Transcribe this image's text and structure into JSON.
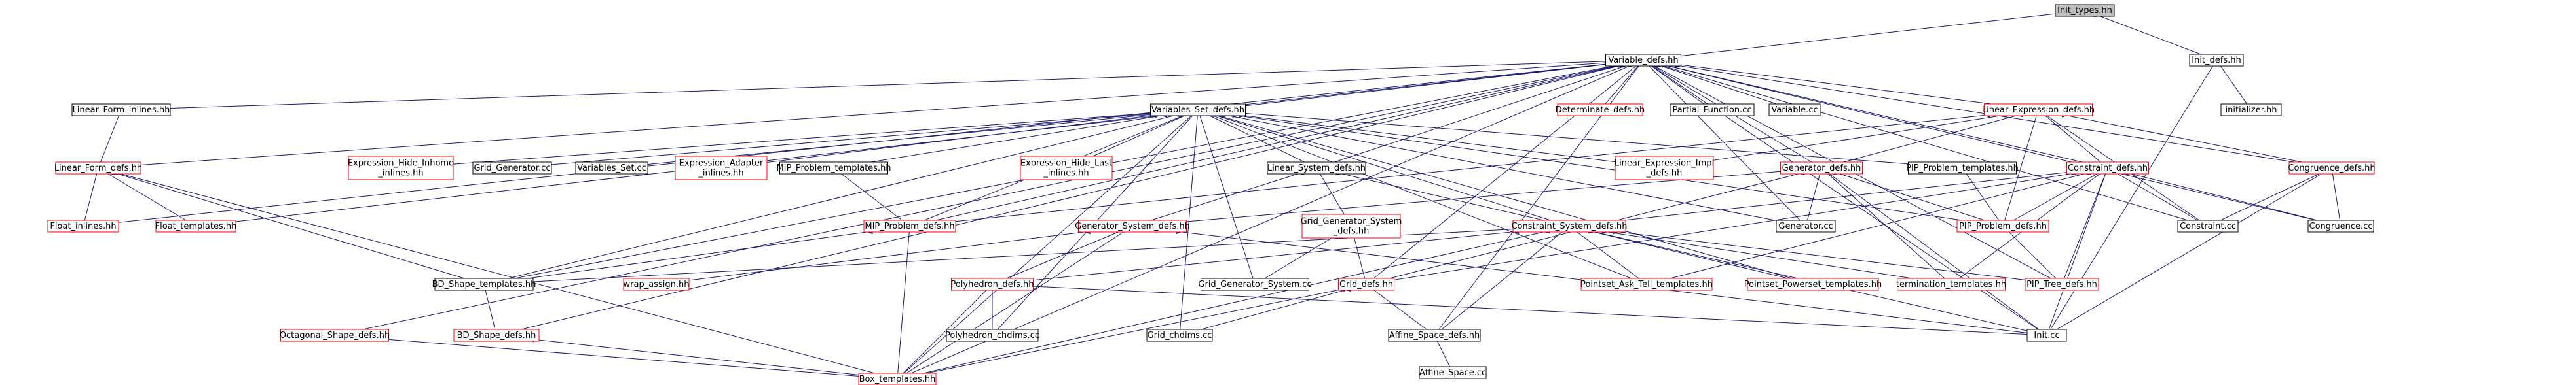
{
  "colors": {
    "edge": "#191970",
    "node_border_default": "#000000",
    "node_border_red": "#ff0000",
    "node_fill": "#ffffff",
    "node_fill_root": "#bfbfbf",
    "text": "#000000"
  },
  "nodes": [
    {
      "id": "init_types_hh",
      "label": "Init_types.hh",
      "style": "root"
    },
    {
      "id": "variable_defs_hh",
      "label": "Variable_defs.hh",
      "style": "black"
    },
    {
      "id": "init_defs_hh",
      "label": "Init_defs.hh",
      "style": "black"
    },
    {
      "id": "initializer_hh",
      "label": "initializer.hh",
      "style": "black"
    },
    {
      "id": "linear_form_inlines_hh",
      "label": "Linear_Form_inlines.hh",
      "style": "black"
    },
    {
      "id": "variables_set_defs_hh",
      "label": "Variables_Set_defs.hh",
      "style": "black"
    },
    {
      "id": "determinate_defs_hh",
      "label": "Determinate_defs.hh",
      "style": "red"
    },
    {
      "id": "partial_function_cc",
      "label": "Partial_Function.cc",
      "style": "black"
    },
    {
      "id": "variable_cc",
      "label": "Variable.cc",
      "style": "black"
    },
    {
      "id": "linear_expression_defs_hh",
      "label": "Linear_Expression_defs.hh",
      "style": "red"
    },
    {
      "id": "linear_form_defs_hh",
      "label": "Linear_Form_defs.hh",
      "style": "red"
    },
    {
      "id": "expression_hide_inhomo_inlines_hh",
      "label": "Expression_Hide_Inhomo\n_inlines.hh",
      "style": "red"
    },
    {
      "id": "grid_generator_cc",
      "label": "Grid_Generator.cc",
      "style": "black"
    },
    {
      "id": "variables_set_cc",
      "label": "Variables_Set.cc",
      "style": "black"
    },
    {
      "id": "expression_adapter_inlines_hh",
      "label": "Expression_Adapter\n_inlines.hh",
      "style": "red"
    },
    {
      "id": "mip_problem_templates_hh",
      "label": "MIP_Problem_templates.hh",
      "style": "black"
    },
    {
      "id": "expression_hide_last_inlines_hh",
      "label": "Expression_Hide_Last\n_inlines.hh",
      "style": "red"
    },
    {
      "id": "linear_system_defs_hh",
      "label": "Linear_System_defs.hh",
      "style": "black"
    },
    {
      "id": "linear_expression_impl_defs_hh",
      "label": "Linear_Expression_Impl\n_defs.hh",
      "style": "red"
    },
    {
      "id": "generator_defs_hh",
      "label": "Generator_defs.hh",
      "style": "red"
    },
    {
      "id": "pip_problem_templates_hh",
      "label": "PIP_Problem_templates.hh",
      "style": "black"
    },
    {
      "id": "constraint_defs_hh",
      "label": "Constraint_defs.hh",
      "style": "red"
    },
    {
      "id": "congruence_defs_hh",
      "label": "Congruence_defs.hh",
      "style": "red"
    },
    {
      "id": "float_inlines_hh",
      "label": "Float_inlines.hh",
      "style": "red"
    },
    {
      "id": "float_templates_hh",
      "label": "Float_templates.hh",
      "style": "red"
    },
    {
      "id": "mip_problem_defs_hh",
      "label": "MIP_Problem_defs.hh",
      "style": "red"
    },
    {
      "id": "generator_system_defs_hh",
      "label": "Generator_System_defs.hh",
      "style": "red"
    },
    {
      "id": "grid_generator_system_defs_hh",
      "label": "Grid_Generator_System\n_defs.hh",
      "style": "red"
    },
    {
      "id": "constraint_system_defs_hh",
      "label": "Constraint_System_defs.hh",
      "style": "red"
    },
    {
      "id": "generator_cc",
      "label": "Generator.cc",
      "style": "black"
    },
    {
      "id": "pip_problem_defs_hh",
      "label": "PIP_Problem_defs.hh",
      "style": "red"
    },
    {
      "id": "constraint_cc",
      "label": "Constraint.cc",
      "style": "black"
    },
    {
      "id": "congruence_cc",
      "label": "Congruence.cc",
      "style": "black"
    },
    {
      "id": "bd_shape_templates_hh",
      "label": "BD_Shape_templates.hh",
      "style": "black"
    },
    {
      "id": "wrap_assign_hh",
      "label": "wrap_assign.hh",
      "style": "red"
    },
    {
      "id": "polyhedron_defs_hh",
      "label": "Polyhedron_defs.hh",
      "style": "red"
    },
    {
      "id": "grid_generator_system_cc",
      "label": "Grid_Generator_System.cc",
      "style": "black"
    },
    {
      "id": "grid_defs_hh",
      "label": "Grid_defs.hh",
      "style": "red"
    },
    {
      "id": "pointset_ask_tell_templates_hh",
      "label": "Pointset_Ask_Tell_templates.hh",
      "style": "red"
    },
    {
      "id": "pointset_powerset_templates_hh",
      "label": "Pointset_Powerset_templates.hh",
      "style": "red"
    },
    {
      "id": "termination_templates_hh",
      "label": "termination_templates.hh",
      "style": "red"
    },
    {
      "id": "pip_tree_defs_hh",
      "label": "PIP_Tree_defs.hh",
      "style": "red"
    },
    {
      "id": "octagonal_shape_defs_hh",
      "label": "Octagonal_Shape_defs.hh",
      "style": "red"
    },
    {
      "id": "bd_shape_defs_hh",
      "label": "BD_Shape_defs.hh",
      "style": "red"
    },
    {
      "id": "polyhedron_chdims_cc",
      "label": "Polyhedron_chdims.cc",
      "style": "black"
    },
    {
      "id": "grid_chdims_cc",
      "label": "Grid_chdims.cc",
      "style": "black"
    },
    {
      "id": "affine_space_defs_hh",
      "label": "Affine_Space_defs.hh",
      "style": "black"
    },
    {
      "id": "init_cc",
      "label": "Init.cc",
      "style": "black"
    },
    {
      "id": "box_templates_hh",
      "label": "Box_templates.hh",
      "style": "red"
    },
    {
      "id": "affine_space_cc",
      "label": "Affine_Space.cc",
      "style": "black"
    }
  ],
  "edges": [
    [
      "init_types_hh",
      "variable_defs_hh"
    ],
    [
      "init_types_hh",
      "init_defs_hh"
    ],
    [
      "init_defs_hh",
      "initializer_hh"
    ],
    [
      "init_defs_hh",
      "init_cc"
    ],
    [
      "variable_defs_hh",
      "linear_form_inlines_hh"
    ],
    [
      "variable_defs_hh",
      "variables_set_defs_hh"
    ],
    [
      "variable_defs_hh",
      "determinate_defs_hh"
    ],
    [
      "variable_defs_hh",
      "partial_function_cc"
    ],
    [
      "variable_defs_hh",
      "variable_cc"
    ],
    [
      "variable_defs_hh",
      "linear_expression_defs_hh"
    ],
    [
      "variable_defs_hh",
      "linear_form_defs_hh"
    ],
    [
      "variable_defs_hh",
      "float_inlines_hh"
    ],
    [
      "variable_defs_hh",
      "float_templates_hh"
    ],
    [
      "variable_defs_hh",
      "linear_system_defs_hh"
    ],
    [
      "variable_defs_hh",
      "generator_defs_hh"
    ],
    [
      "variable_defs_hh",
      "constraint_defs_hh"
    ],
    [
      "variable_defs_hh",
      "congruence_defs_hh"
    ],
    [
      "variable_defs_hh",
      "generator_cc"
    ],
    [
      "variable_defs_hh",
      "constraint_cc"
    ],
    [
      "variable_defs_hh",
      "congruence_cc"
    ],
    [
      "variable_defs_hh",
      "bd_shape_templates_hh"
    ],
    [
      "variable_defs_hh",
      "grid_defs_hh"
    ],
    [
      "variable_defs_hh",
      "octagonal_shape_defs_hh"
    ],
    [
      "variable_defs_hh",
      "bd_shape_defs_hh"
    ],
    [
      "variable_defs_hh",
      "affine_space_defs_hh"
    ],
    [
      "variable_defs_hh",
      "init_cc"
    ],
    [
      "variable_defs_hh",
      "box_templates_hh"
    ],
    [
      "variable_defs_hh",
      "mip_problem_defs_hh"
    ],
    [
      "variable_defs_hh",
      "pip_tree_defs_hh"
    ],
    [
      "linear_form_inlines_hh",
      "linear_form_defs_hh"
    ],
    [
      "linear_form_defs_hh",
      "float_inlines_hh"
    ],
    [
      "linear_form_defs_hh",
      "float_templates_hh"
    ],
    [
      "linear_form_defs_hh",
      "bd_shape_templates_hh"
    ],
    [
      "linear_form_defs_hh",
      "box_templates_hh"
    ],
    [
      "variables_set_defs_hh",
      "expression_hide_inhomo_inlines_hh"
    ],
    [
      "variables_set_defs_hh",
      "grid_generator_cc"
    ],
    [
      "variables_set_defs_hh",
      "variables_set_cc"
    ],
    [
      "variables_set_defs_hh",
      "expression_adapter_inlines_hh"
    ],
    [
      "variables_set_defs_hh",
      "mip_problem_templates_hh"
    ],
    [
      "variables_set_defs_hh",
      "expression_hide_last_inlines_hh"
    ],
    [
      "variables_set_defs_hh",
      "linear_system_defs_hh"
    ],
    [
      "variables_set_defs_hh",
      "linear_expression_impl_defs_hh"
    ],
    [
      "variables_set_defs_hh",
      "pip_problem_templates_hh"
    ],
    [
      "variables_set_defs_hh",
      "mip_problem_defs_hh"
    ],
    [
      "variables_set_defs_hh",
      "constraint_system_defs_hh"
    ],
    [
      "variables_set_defs_hh",
      "generator_cc"
    ],
    [
      "variables_set_defs_hh",
      "pip_problem_defs_hh"
    ],
    [
      "variables_set_defs_hh",
      "bd_shape_templates_hh"
    ],
    [
      "variables_set_defs_hh",
      "grid_generator_system_cc"
    ],
    [
      "variables_set_defs_hh",
      "pointset_ask_tell_templates_hh"
    ],
    [
      "variables_set_defs_hh",
      "pointset_powerset_templates_hh"
    ],
    [
      "variables_set_defs_hh",
      "grid_chdims_cc"
    ],
    [
      "variables_set_defs_hh",
      "box_templates_hh"
    ],
    [
      "variables_set_defs_hh",
      "polyhedron_chdims_cc"
    ],
    [
      "linear_expression_defs_hh",
      "linear_expression_impl_defs_hh"
    ],
    [
      "linear_expression_defs_hh",
      "generator_defs_hh"
    ],
    [
      "linear_expression_defs_hh",
      "constraint_defs_hh"
    ],
    [
      "linear_expression_defs_hh",
      "congruence_defs_hh"
    ],
    [
      "linear_expression_defs_hh",
      "pip_problem_defs_hh"
    ],
    [
      "linear_expression_defs_hh",
      "constraint_cc"
    ],
    [
      "linear_expression_defs_hh",
      "mip_problem_defs_hh"
    ],
    [
      "mip_problem_templates_hh",
      "mip_problem_defs_hh"
    ],
    [
      "linear_system_defs_hh",
      "generator_system_defs_hh"
    ],
    [
      "linear_system_defs_hh",
      "grid_generator_system_defs_hh"
    ],
    [
      "linear_system_defs_hh",
      "constraint_system_defs_hh"
    ],
    [
      "generator_defs_hh",
      "generator_system_defs_hh"
    ],
    [
      "generator_defs_hh",
      "generator_cc"
    ],
    [
      "generator_defs_hh",
      "pip_problem_defs_hh"
    ],
    [
      "generator_defs_hh",
      "termination_templates_hh"
    ],
    [
      "generator_defs_hh",
      "grid_defs_hh"
    ],
    [
      "generator_defs_hh",
      "init_cc"
    ],
    [
      "pip_problem_templates_hh",
      "pip_problem_defs_hh"
    ],
    [
      "constraint_defs_hh",
      "constraint_system_defs_hh"
    ],
    [
      "constraint_defs_hh",
      "pip_problem_defs_hh"
    ],
    [
      "constraint_defs_hh",
      "constraint_cc"
    ],
    [
      "constraint_defs_hh",
      "congruence_cc"
    ],
    [
      "constraint_defs_hh",
      "termination_templates_hh"
    ],
    [
      "constraint_defs_hh",
      "pip_tree_defs_hh"
    ],
    [
      "constraint_defs_hh",
      "pointset_ask_tell_templates_hh"
    ],
    [
      "constraint_defs_hh",
      "init_cc"
    ],
    [
      "constraint_defs_hh",
      "grid_defs_hh"
    ],
    [
      "congruence_defs_hh",
      "constraint_cc"
    ],
    [
      "congruence_defs_hh",
      "congruence_cc"
    ],
    [
      "congruence_defs_hh",
      "init_cc"
    ],
    [
      "mip_problem_defs_hh",
      "bd_shape_templates_hh"
    ],
    [
      "mip_problem_defs_hh",
      "box_templates_hh"
    ],
    [
      "generator_system_defs_hh",
      "polyhedron_defs_hh"
    ],
    [
      "generator_system_defs_hh",
      "wrap_assign_hh"
    ],
    [
      "generator_system_defs_hh",
      "init_cc"
    ],
    [
      "generator_system_defs_hh",
      "box_templates_hh"
    ],
    [
      "grid_generator_system_defs_hh",
      "grid_defs_hh"
    ],
    [
      "grid_generator_system_defs_hh",
      "grid_generator_system_cc"
    ],
    [
      "constraint_system_defs_hh",
      "polyhedron_defs_hh"
    ],
    [
      "constraint_system_defs_hh",
      "pointset_ask_tell_templates_hh"
    ],
    [
      "constraint_system_defs_hh",
      "pointset_powerset_templates_hh"
    ],
    [
      "constraint_system_defs_hh",
      "termination_templates_hh"
    ],
    [
      "constraint_system_defs_hh",
      "pip_tree_defs_hh"
    ],
    [
      "constraint_system_defs_hh",
      "affine_space_defs_hh"
    ],
    [
      "constraint_system_defs_hh",
      "init_cc"
    ],
    [
      "constraint_system_defs_hh",
      "box_templates_hh"
    ],
    [
      "constraint_system_defs_hh",
      "bd_shape_templates_hh"
    ],
    [
      "pip_problem_defs_hh",
      "pip_tree_defs_hh"
    ],
    [
      "bd_shape_templates_hh",
      "bd_shape_defs_hh"
    ],
    [
      "polyhedron_defs_hh",
      "polyhedron_chdims_cc"
    ],
    [
      "polyhedron_defs_hh",
      "box_templates_hh"
    ],
    [
      "polyhedron_defs_hh",
      "init_cc"
    ],
    [
      "grid_defs_hh",
      "grid_chdims_cc"
    ],
    [
      "grid_defs_hh",
      "affine_space_defs_hh"
    ],
    [
      "grid_defs_hh",
      "box_templates_hh"
    ],
    [
      "octagonal_shape_defs_hh",
      "box_templates_hh"
    ],
    [
      "bd_shape_defs_hh",
      "box_templates_hh"
    ],
    [
      "affine_space_defs_hh",
      "affine_space_cc"
    ]
  ]
}
